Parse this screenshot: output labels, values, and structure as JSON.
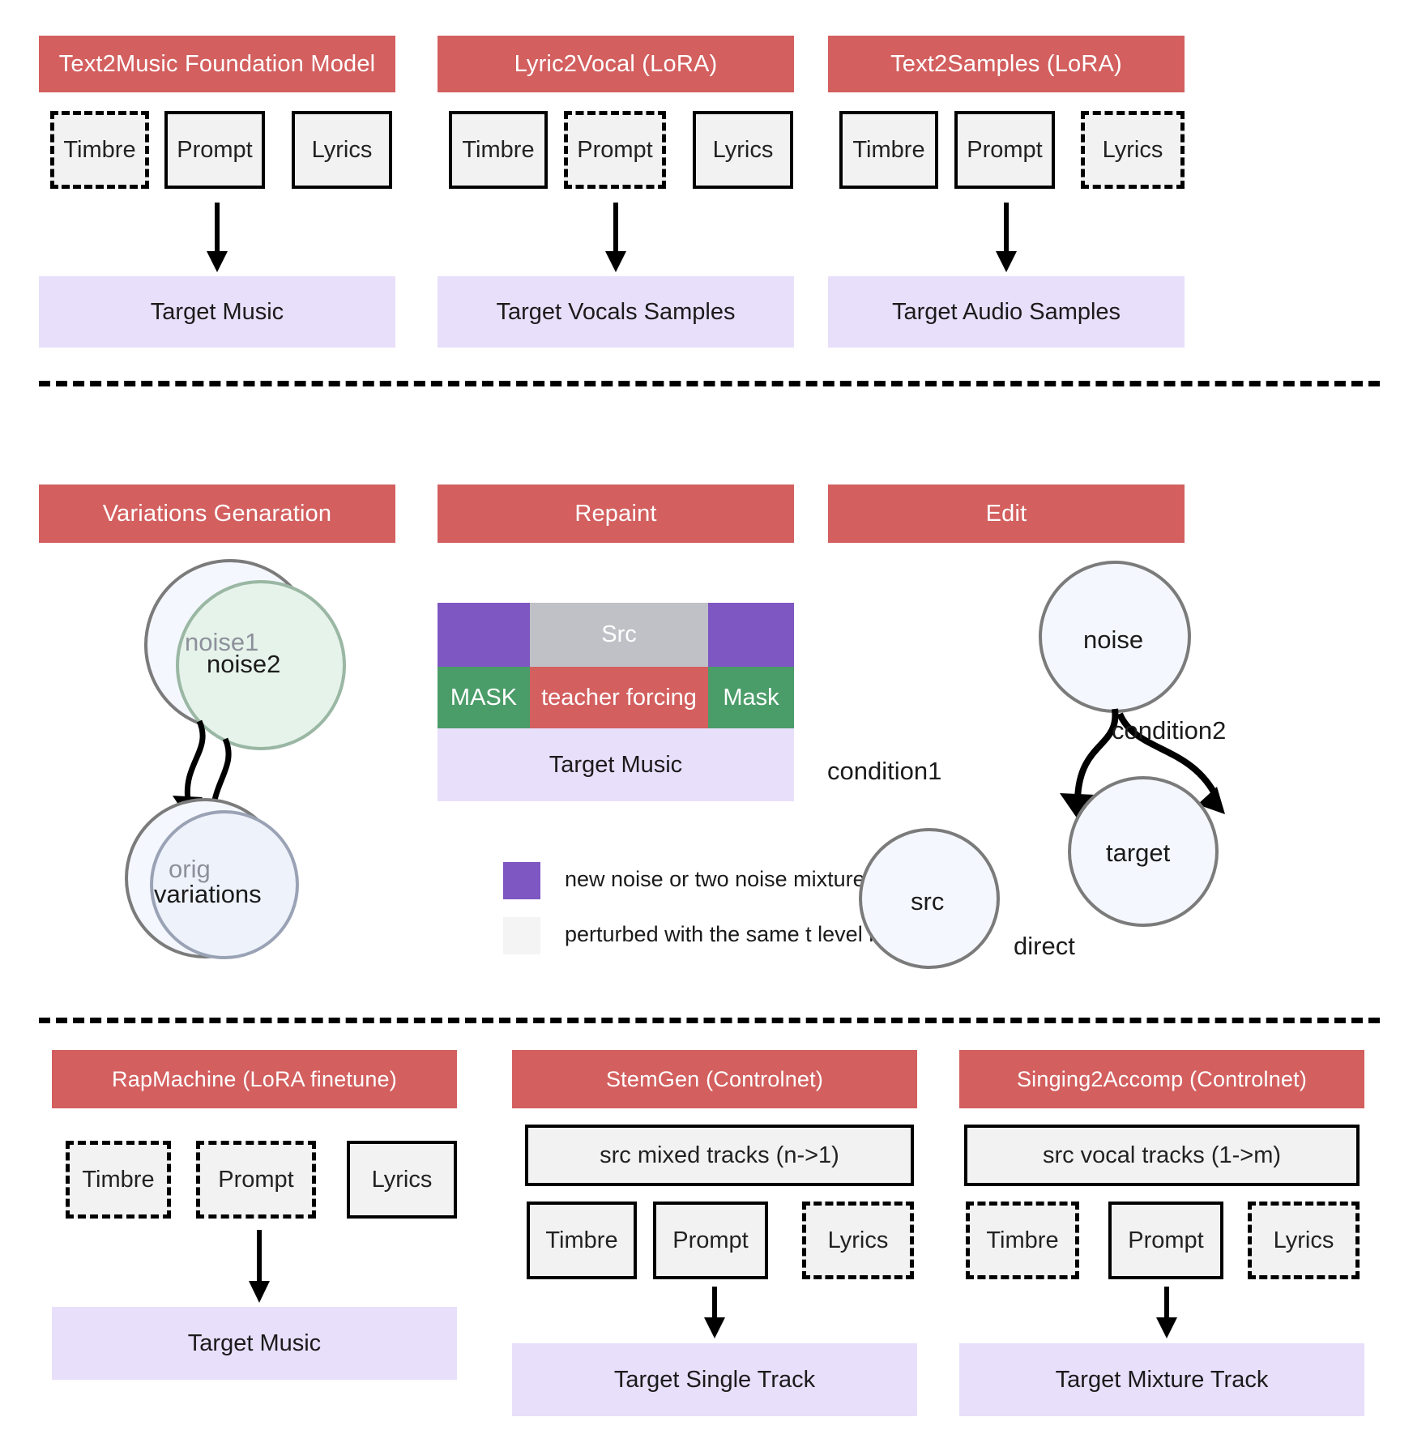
{
  "colors": {
    "header_red": "#d35f5f",
    "target_purple": "#e8dffb",
    "block_purple": "#7e57c2",
    "block_gray": "#bfc1c6",
    "block_green": "#4a9c68",
    "block_red": "#d35f5f",
    "box_fill": "#f2f2f2",
    "circle_stroke": "#7b7b7b"
  },
  "row1": {
    "panels": [
      {
        "title": "Text2Music Foundation Model",
        "inputs": [
          {
            "label": "Timbre",
            "style": "dashed"
          },
          {
            "label": "Prompt",
            "style": "solid"
          },
          {
            "label": "Lyrics",
            "style": "solid"
          }
        ],
        "target": "Target Music"
      },
      {
        "title": "Lyric2Vocal (LoRA)",
        "inputs": [
          {
            "label": "Timbre",
            "style": "solid"
          },
          {
            "label": "Prompt",
            "style": "dashed"
          },
          {
            "label": "Lyrics",
            "style": "solid"
          }
        ],
        "target": "Target Vocals Samples"
      },
      {
        "title": "Text2Samples (LoRA)",
        "inputs": [
          {
            "label": "Timbre",
            "style": "solid"
          },
          {
            "label": "Prompt",
            "style": "solid"
          },
          {
            "label": "Lyrics",
            "style": "dashed"
          }
        ],
        "target": "Target Audio Samples"
      }
    ]
  },
  "row2": {
    "variations": {
      "title": "Variations Genaration",
      "top_circle_back_label": "noise1",
      "top_circle_front_label": "noise2",
      "bottom_circle_back_label": "orig",
      "bottom_circle_front_label": "variations"
    },
    "repaint": {
      "title": "Repaint",
      "top_cells": [
        {
          "label": "",
          "color": "purple"
        },
        {
          "label": "Src",
          "color": "gray"
        },
        {
          "label": "",
          "color": "purple"
        }
      ],
      "bottom_cells": [
        {
          "label": "MASK",
          "color": "green"
        },
        {
          "label": "teacher forcing",
          "color": "red"
        },
        {
          "label": "Mask",
          "color": "green"
        }
      ],
      "target": "Target Music",
      "legend": [
        {
          "swatch": "purple",
          "text": "new noise or two noise mixture"
        },
        {
          "swatch": "light",
          "text": "perturbed with the same t level noise"
        }
      ]
    },
    "edit": {
      "title": "Edit",
      "noise_label": "noise",
      "src_label": "src",
      "target_label": "target",
      "edge_condition1": "condition1",
      "edge_condition2": "condition2",
      "edge_direct": "direct"
    }
  },
  "row3": {
    "panels": [
      {
        "title": "RapMachine (LoRA finetune)",
        "src_bar": null,
        "inputs": [
          {
            "label": "Timbre",
            "style": "dashed"
          },
          {
            "label": "Prompt",
            "style": "dashed"
          },
          {
            "label": "Lyrics",
            "style": "solid"
          }
        ],
        "target": "Target Music"
      },
      {
        "title": "StemGen (Controlnet)",
        "src_bar": "src mixed tracks (n->1)",
        "inputs": [
          {
            "label": "Timbre",
            "style": "solid"
          },
          {
            "label": "Prompt",
            "style": "solid"
          },
          {
            "label": "Lyrics",
            "style": "dashed"
          }
        ],
        "target": "Target Single Track"
      },
      {
        "title": "Singing2Accomp (Controlnet)",
        "src_bar": "src vocal tracks (1->m)",
        "inputs": [
          {
            "label": "Timbre",
            "style": "dashed"
          },
          {
            "label": "Prompt",
            "style": "solid"
          },
          {
            "label": "Lyrics",
            "style": "dashed"
          }
        ],
        "target": "Target Mixture Track"
      }
    ]
  }
}
